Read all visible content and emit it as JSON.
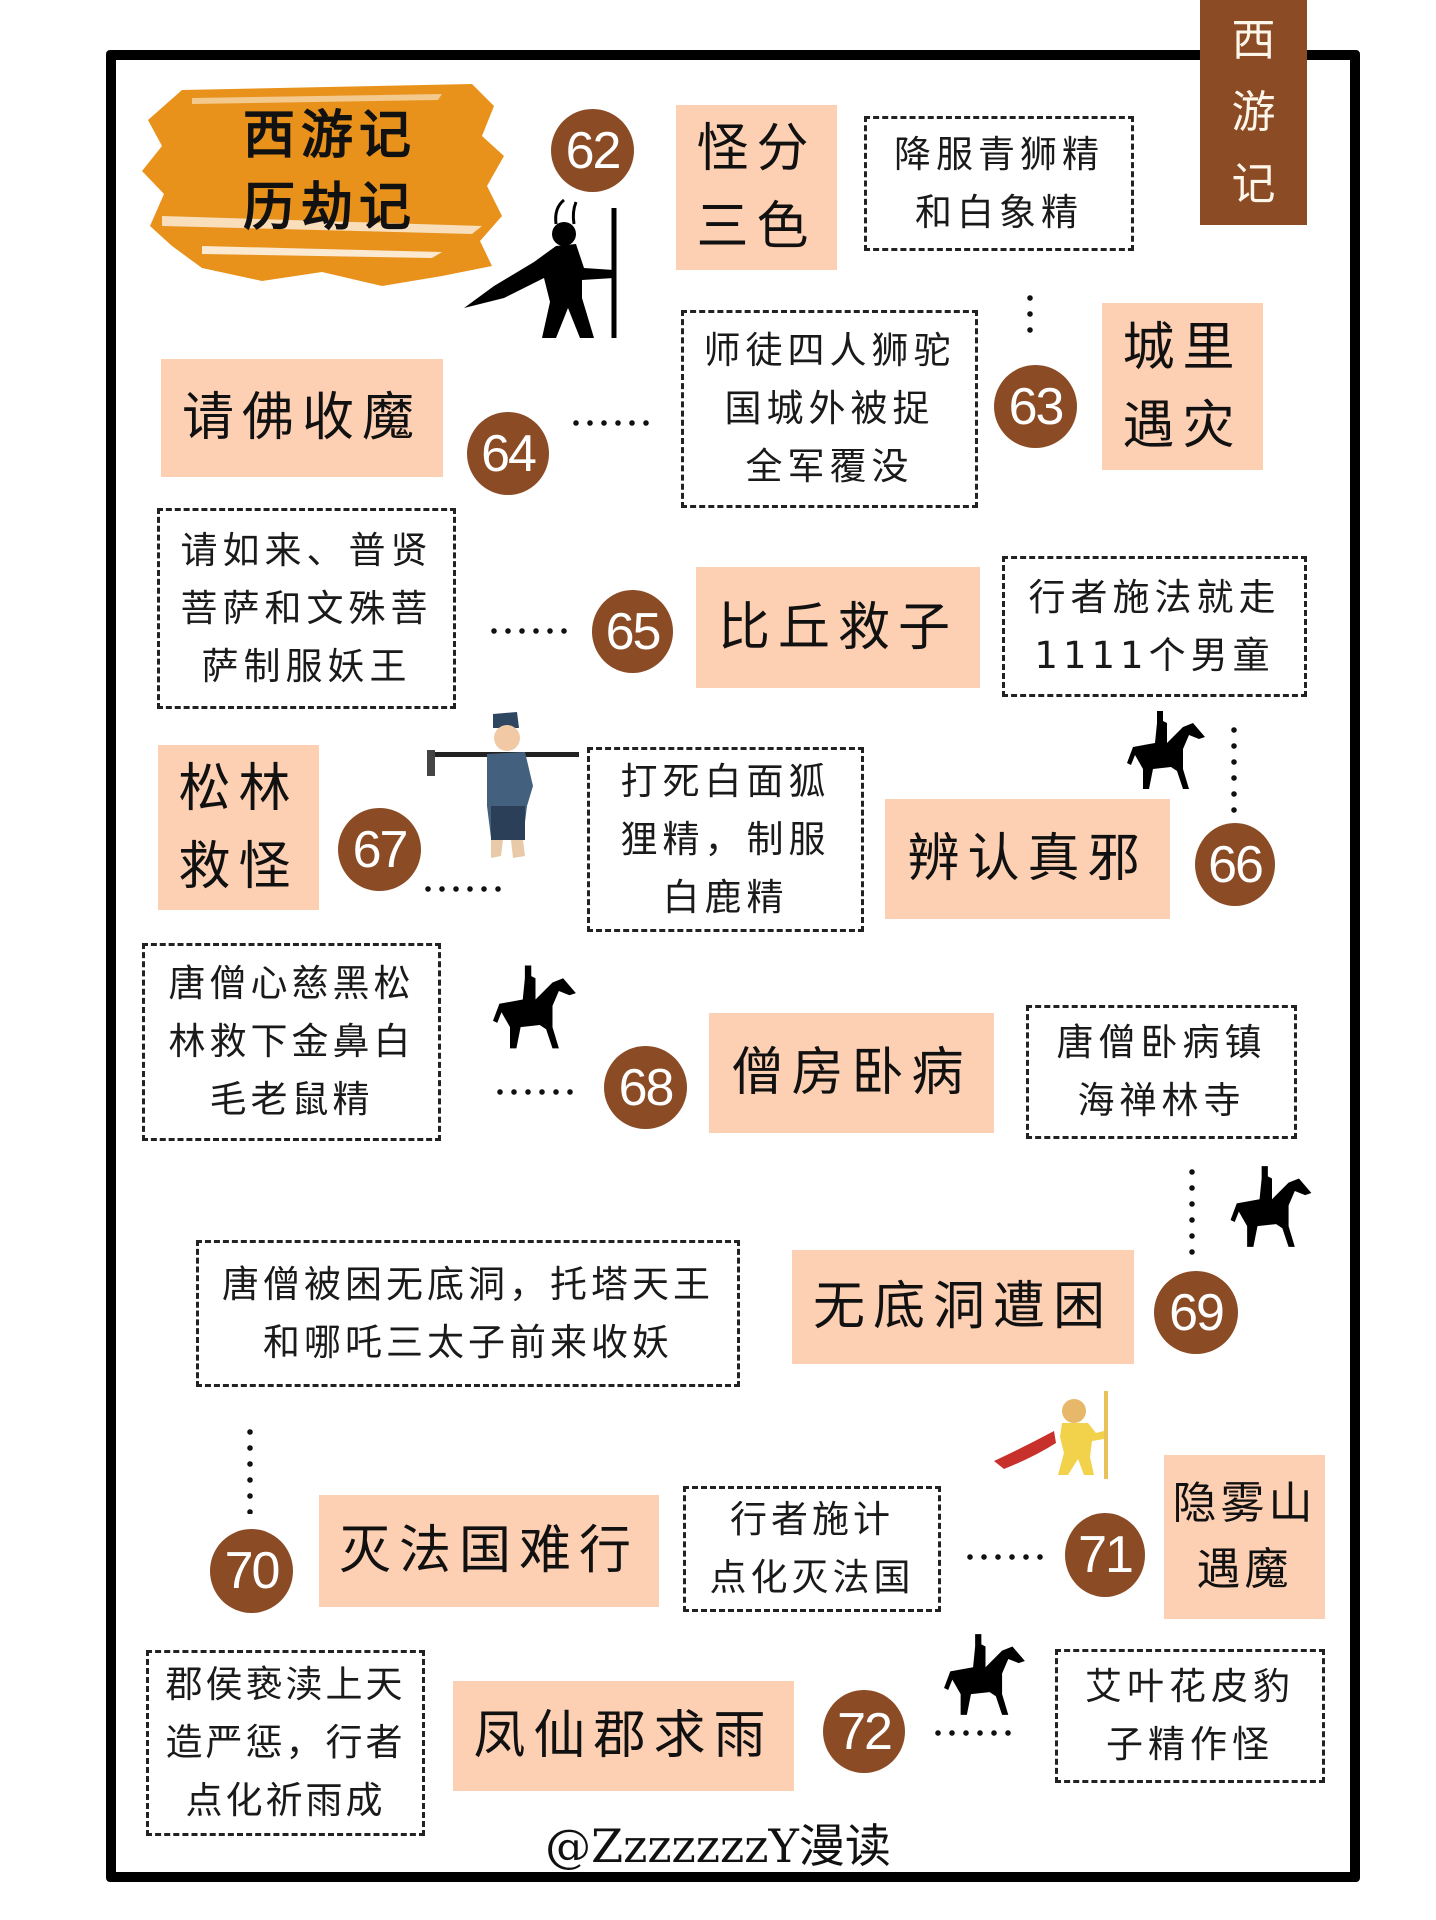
{
  "header": {
    "title_line1": "西游记",
    "title_line2": "历劫记",
    "side_tab": [
      "西",
      "游",
      "记"
    ]
  },
  "colors": {
    "circle": "#8a4b25",
    "title_box": "#fdd0b4",
    "splash": "#e8921c",
    "frame": "#000000"
  },
  "episodes": [
    {
      "number": "62",
      "title_lines": [
        "怪分",
        "三色"
      ],
      "desc_lines": [
        "降服青狮精",
        "和白象精"
      ]
    },
    {
      "number": "63",
      "title_lines": [
        "城里",
        "遇灾"
      ],
      "desc_lines": [
        "师徒四人狮驼",
        "国城外被捉",
        "全军覆没"
      ]
    },
    {
      "number": "64",
      "title_lines": [
        "请佛收魔"
      ],
      "desc_lines": [
        "请如来、普贤",
        "菩萨和文殊菩",
        "萨制服妖王"
      ]
    },
    {
      "number": "65",
      "title_lines": [
        "比丘救子"
      ],
      "desc_lines": [
        "行者施法就走",
        "1111个男童"
      ]
    },
    {
      "number": "66",
      "title_lines": [
        "辨认真邪"
      ],
      "desc_lines": [
        "打死白面狐",
        "狸精，制服",
        "白鹿精"
      ]
    },
    {
      "number": "67",
      "title_lines": [
        "松林",
        "救怪"
      ],
      "desc_lines": [
        "唐僧心慈黑松",
        "林救下金鼻白",
        "毛老鼠精"
      ]
    },
    {
      "number": "68",
      "title_lines": [
        "僧房卧病"
      ],
      "desc_lines": [
        "唐僧卧病镇",
        "海禅林寺"
      ]
    },
    {
      "number": "69",
      "title_lines": [
        "无底洞遭困"
      ],
      "desc_lines": [
        "唐僧被困无底洞，托塔天王",
        "和哪吒三太子前来收妖"
      ]
    },
    {
      "number": "70",
      "title_lines": [
        "灭法国难行"
      ],
      "desc_lines": [
        "行者施计",
        "点化灭法国"
      ]
    },
    {
      "number": "71",
      "title_lines": [
        "隐雾山",
        "遇魔"
      ],
      "desc_lines": [
        "艾叶花皮豹",
        "子精作怪"
      ]
    },
    {
      "number": "72",
      "title_lines": [
        "凤仙郡求雨"
      ],
      "desc_lines": [
        "郡侯亵渎上天",
        "造严惩，行者",
        "点化祈雨成"
      ]
    }
  ],
  "footer": {
    "watermark": "@ZzzzzzzY漫读"
  }
}
